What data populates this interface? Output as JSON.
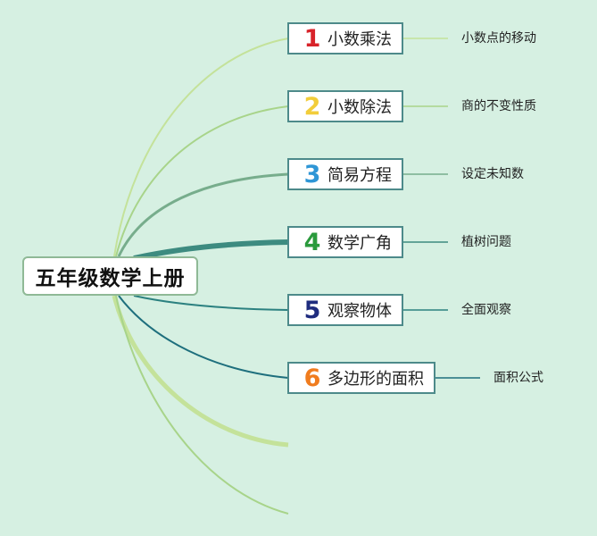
{
  "root": {
    "label": "五年级数学上册"
  },
  "branches": [
    {
      "number": "1",
      "label": "小数乘法",
      "number_color": "#d8232a",
      "line_color": "#c4e29a",
      "leaf": "小数点的移动"
    },
    {
      "number": "2",
      "label": "小数除法",
      "number_color": "#f2cd3a",
      "line_color": "#a8d48a",
      "leaf": "商的不变性质"
    },
    {
      "number": "3",
      "label": "简易方程",
      "number_color": "#2f96d6",
      "line_color": "#77ad8c",
      "leaf": "设定未知数"
    },
    {
      "number": "4",
      "label": "数学广角",
      "number_color": "#2a9a3c",
      "line_color": "#3d8b80",
      "leaf": "植树问题"
    },
    {
      "number": "5",
      "label": "观察物体",
      "number_color": "#1f2c7e",
      "line_color": "#2c8180",
      "leaf": "全面观察"
    },
    {
      "number": "6",
      "label": "多边形的面积",
      "number_color": "#f07c1e",
      "line_color": "#1e6f7d",
      "leaf": "面积公式"
    }
  ]
}
